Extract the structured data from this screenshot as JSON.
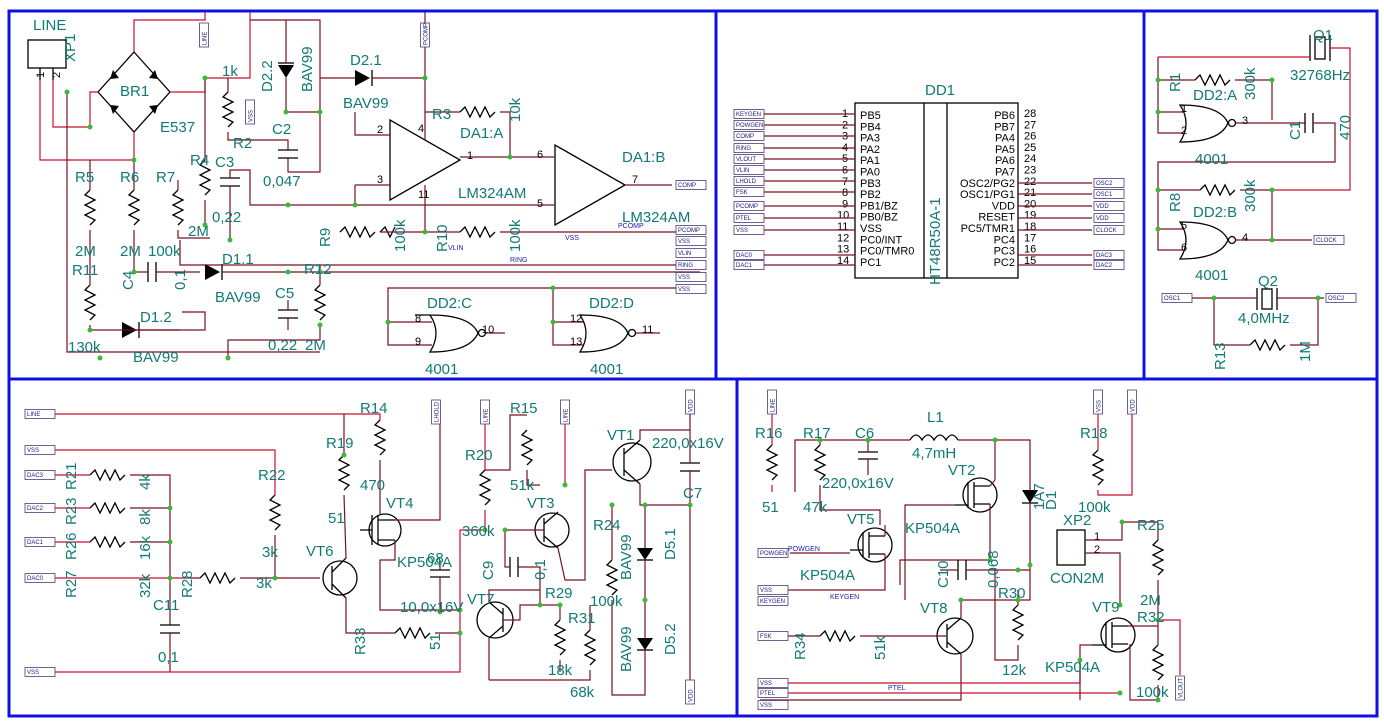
{
  "diagram": {
    "labels": [
      {
        "id": "line_box",
        "text": "LINE"
      },
      {
        "id": "xp1",
        "text": "XP1"
      },
      {
        "id": "pin1",
        "text": "1"
      },
      {
        "id": "pin2",
        "text": "2"
      },
      {
        "id": "br1",
        "text": "BR1"
      },
      {
        "id": "e537",
        "text": "E537"
      },
      {
        "id": "r5",
        "text": "R5"
      },
      {
        "id": "r6",
        "text": "R6"
      },
      {
        "id": "r7",
        "text": "R7"
      },
      {
        "id": "r4",
        "text": "R4"
      },
      {
        "id": "c3",
        "text": "C3"
      },
      {
        "id": "r2",
        "text": "R2"
      },
      {
        "id": "k1",
        "text": "1k"
      },
      {
        "id": "d22",
        "text": "D2.2"
      },
      {
        "id": "bav99a",
        "text": "BAV99"
      },
      {
        "id": "d21",
        "text": "D2.1"
      },
      {
        "id": "bav99b",
        "text": "BAV99"
      },
      {
        "id": "c2",
        "text": "C2"
      },
      {
        "id": "c2v",
        "text": "0,047"
      },
      {
        "id": "r3",
        "text": "R3"
      },
      {
        "id": "r3v",
        "text": "10k"
      },
      {
        "id": "da1a",
        "text": "DA1:A"
      },
      {
        "id": "da1b",
        "text": "DA1:B"
      },
      {
        "id": "lm324a",
        "text": "LM324AM"
      },
      {
        "id": "lm324b",
        "text": "LM324AM"
      },
      {
        "id": "c3v",
        "text": "0,22"
      },
      {
        "id": "r4v",
        "text": "2M"
      },
      {
        "id": "r7v",
        "text": "100k"
      },
      {
        "id": "r5v",
        "text": "2M"
      },
      {
        "id": "r6v",
        "text": "2M"
      },
      {
        "id": "r9",
        "text": "R9"
      },
      {
        "id": "r9v",
        "text": "100k"
      },
      {
        "id": "r10",
        "text": "R10"
      },
      {
        "id": "r10v",
        "text": "100k"
      },
      {
        "id": "vlin",
        "text": "VLIN"
      },
      {
        "id": "vss",
        "text": "VSS"
      },
      {
        "id": "ring",
        "text": "RING"
      },
      {
        "id": "pcomp",
        "text": "PCOMP"
      },
      {
        "id": "r11",
        "text": "R11"
      },
      {
        "id": "c4",
        "text": "C4"
      },
      {
        "id": "c4v",
        "text": "0,1"
      },
      {
        "id": "d11",
        "text": "D1.1"
      },
      {
        "id": "bav99c",
        "text": "BAV99"
      },
      {
        "id": "r12",
        "text": "R12"
      },
      {
        "id": "c5",
        "text": "C5"
      },
      {
        "id": "c5v",
        "text": "0,22"
      },
      {
        "id": "r12v",
        "text": "2M"
      },
      {
        "id": "d12",
        "text": "D1.2"
      },
      {
        "id": "bav99d",
        "text": "BAV99"
      },
      {
        "id": "r11v",
        "text": "130k"
      },
      {
        "id": "dd2c",
        "text": "DD2:C"
      },
      {
        "id": "dd2d",
        "text": "DD2:D"
      },
      {
        "id": "n4001a",
        "text": "4001"
      },
      {
        "id": "n4001b",
        "text": "4001"
      },
      {
        "id": "dd1",
        "text": "DD1"
      },
      {
        "id": "ht",
        "text": "HT48R50A-1"
      },
      {
        "id": "q1",
        "text": "Q1"
      },
      {
        "id": "q1v",
        "text": "32768Hz"
      },
      {
        "id": "r1",
        "text": "R1"
      },
      {
        "id": "r1v",
        "text": "300k"
      },
      {
        "id": "dd2a",
        "text": "DD2:A"
      },
      {
        "id": "c1",
        "text": "C1"
      },
      {
        "id": "c1v",
        "text": "470"
      },
      {
        "id": "n4001c",
        "text": "4001"
      },
      {
        "id": "r8",
        "text": "R8"
      },
      {
        "id": "r8v",
        "text": "300k"
      },
      {
        "id": "dd2b",
        "text": "DD2:B"
      },
      {
        "id": "n4001d",
        "text": "4001"
      },
      {
        "id": "q2",
        "text": "Q2"
      },
      {
        "id": "q2v",
        "text": "4,0MHz"
      },
      {
        "id": "r13",
        "text": "R13"
      },
      {
        "id": "r13v",
        "text": "1M"
      },
      {
        "id": "r14",
        "text": "R14"
      },
      {
        "id": "r14v",
        "text": "470"
      },
      {
        "id": "r19",
        "text": "R19"
      },
      {
        "id": "r19v",
        "text": "51"
      },
      {
        "id": "vt4",
        "text": "VT4"
      },
      {
        "id": "kp504a1",
        "text": "KP504A"
      },
      {
        "id": "r22",
        "text": "R22"
      },
      {
        "id": "r22v",
        "text": "3k"
      },
      {
        "id": "r21",
        "text": "R21"
      },
      {
        "id": "r21v",
        "text": "4k"
      },
      {
        "id": "r23",
        "text": "R23"
      },
      {
        "id": "r23v",
        "text": "8k"
      },
      {
        "id": "r26",
        "text": "R26"
      },
      {
        "id": "r26v",
        "text": "16k"
      },
      {
        "id": "r27",
        "text": "R27"
      },
      {
        "id": "r27v",
        "text": "32k"
      },
      {
        "id": "r28",
        "text": "R28"
      },
      {
        "id": "r28v",
        "text": "3k"
      },
      {
        "id": "c11",
        "text": "C11"
      },
      {
        "id": "c11v",
        "text": "0,1"
      },
      {
        "id": "vt6",
        "text": "VT6"
      },
      {
        "id": "r33",
        "text": "R33"
      },
      {
        "id": "r33v",
        "text": "51"
      },
      {
        "id": "v68",
        "text": "68"
      },
      {
        "id": "c8v",
        "text": "10,0x16V"
      },
      {
        "id": "r20",
        "text": "R20"
      },
      {
        "id": "r20v",
        "text": "360k"
      },
      {
        "id": "r15",
        "text": "R15"
      },
      {
        "id": "r15v",
        "text": "51k"
      },
      {
        "id": "vt3",
        "text": "VT3"
      },
      {
        "id": "vt1",
        "text": "VT1"
      },
      {
        "id": "c7v",
        "text": "220,0x16V"
      },
      {
        "id": "c7",
        "text": "C7"
      },
      {
        "id": "r24",
        "text": "R24"
      },
      {
        "id": "r24v",
        "text": "100k"
      },
      {
        "id": "bav99e",
        "text": "BAV99"
      },
      {
        "id": "d51",
        "text": "D5.1"
      },
      {
        "id": "bav99f",
        "text": "BAV99"
      },
      {
        "id": "d52",
        "text": "D5.2"
      },
      {
        "id": "c9",
        "text": "C9"
      },
      {
        "id": "c9v",
        "text": "0,1"
      },
      {
        "id": "vt7",
        "text": "VT7"
      },
      {
        "id": "r29",
        "text": "R29"
      },
      {
        "id": "r31",
        "text": "R31"
      },
      {
        "id": "r29v",
        "text": "18k"
      },
      {
        "id": "r31v",
        "text": "68k"
      },
      {
        "id": "r16",
        "text": "R16"
      },
      {
        "id": "r16v",
        "text": "51"
      },
      {
        "id": "r17",
        "text": "R17"
      },
      {
        "id": "r17v",
        "text": "47k"
      },
      {
        "id": "c6",
        "text": "C6"
      },
      {
        "id": "c6v",
        "text": "220,0x16V"
      },
      {
        "id": "l1",
        "text": "L1"
      },
      {
        "id": "l1v",
        "text": "4,7mH"
      },
      {
        "id": "vt2",
        "text": "VT2"
      },
      {
        "id": "kp504a2",
        "text": "KP504A"
      },
      {
        "id": "vt5",
        "text": "VT5"
      },
      {
        "id": "kp504a3",
        "text": "KP504A"
      },
      {
        "id": "d1",
        "text": "D1"
      },
      {
        "id": "d1v",
        "text": "1A7"
      },
      {
        "id": "r18",
        "text": "R18"
      },
      {
        "id": "r18v",
        "text": "100k"
      },
      {
        "id": "c10",
        "text": "C10"
      },
      {
        "id": "c10v",
        "text": "0,068"
      },
      {
        "id": "r30",
        "text": "R30"
      },
      {
        "id": "r30v",
        "text": "12k"
      },
      {
        "id": "vt8",
        "text": "VT8"
      },
      {
        "id": "r34",
        "text": "R34"
      },
      {
        "id": "r34v",
        "text": "51k"
      },
      {
        "id": "xp2",
        "text": "XP2"
      },
      {
        "id": "con2m",
        "text": "CON2M"
      },
      {
        "id": "r25",
        "text": "R25"
      },
      {
        "id": "r25v",
        "text": "2M"
      },
      {
        "id": "vt9",
        "text": "VT9"
      },
      {
        "id": "r32",
        "text": "R32"
      },
      {
        "id": "r32v",
        "text": "100k"
      },
      {
        "id": "kp504a4",
        "text": "KP504A"
      },
      {
        "id": "powgen",
        "text": "POWGEN"
      },
      {
        "id": "keygen",
        "text": "KEYGEN"
      },
      {
        "id": "ptel",
        "text": "PTEL"
      }
    ],
    "pins": [
      {
        "id": "p_op2",
        "text": "2"
      },
      {
        "id": "p_op3",
        "text": "3"
      },
      {
        "id": "p_op4",
        "text": "4"
      },
      {
        "id": "p_op1",
        "text": "1"
      },
      {
        "id": "p_op11",
        "text": "11"
      },
      {
        "id": "p_op6",
        "text": "6"
      },
      {
        "id": "p_op5",
        "text": "5"
      },
      {
        "id": "p_op7",
        "text": "7"
      },
      {
        "id": "p_c8",
        "text": "8"
      },
      {
        "id": "p_c9",
        "text": "9"
      },
      {
        "id": "p_c10",
        "text": "10"
      },
      {
        "id": "p_d12",
        "text": "12"
      },
      {
        "id": "p_d13",
        "text": "13"
      },
      {
        "id": "p_d11",
        "text": "11"
      },
      {
        "id": "p_a1",
        "text": "1"
      },
      {
        "id": "p_a2",
        "text": "2"
      },
      {
        "id": "p_a3",
        "text": "3"
      },
      {
        "id": "p_b5",
        "text": "5"
      },
      {
        "id": "p_b6",
        "text": "6"
      },
      {
        "id": "p_b4",
        "text": "4"
      },
      {
        "id": "p_xp1",
        "text": "1"
      },
      {
        "id": "p_xp2",
        "text": "2"
      }
    ],
    "mcu_left": [
      {
        "num": "1",
        "name": "PB5"
      },
      {
        "num": "2",
        "name": "PB4"
      },
      {
        "num": "3",
        "name": "PA3"
      },
      {
        "num": "4",
        "name": "PA2"
      },
      {
        "num": "5",
        "name": "PA1"
      },
      {
        "num": "6",
        "name": "PA0"
      },
      {
        "num": "7",
        "name": "PB3"
      },
      {
        "num": "8",
        "name": "PB2"
      },
      {
        "num": "9",
        "name": "PB1/BZ"
      },
      {
        "num": "10",
        "name": "PB0/BZ"
      },
      {
        "num": "11",
        "name": "VSS"
      },
      {
        "num": "12",
        "name": "PC0/INT"
      },
      {
        "num": "13",
        "name": "PC0/TMR0"
      },
      {
        "num": "14",
        "name": "PC1"
      }
    ],
    "mcu_right": [
      {
        "num": "28",
        "name": "PB6"
      },
      {
        "num": "27",
        "name": "PB7"
      },
      {
        "num": "26",
        "name": "PA4"
      },
      {
        "num": "25",
        "name": "PA5"
      },
      {
        "num": "24",
        "name": "PA6"
      },
      {
        "num": "23",
        "name": "PA7"
      },
      {
        "num": "22",
        "name": "OSC2/PG2"
      },
      {
        "num": "21",
        "name": "OSC1/PG1"
      },
      {
        "num": "20",
        "name": "VDD"
      },
      {
        "num": "19",
        "name": "RESET"
      },
      {
        "num": "18",
        "name": "PC5/TMR1"
      },
      {
        "num": "17",
        "name": "PC4"
      },
      {
        "num": "16",
        "name": "PC3"
      },
      {
        "num": "15",
        "name": "PC2"
      }
    ],
    "tags": [
      {
        "id": "t_line1",
        "text": "LINE"
      },
      {
        "id": "t_vss1",
        "text": "VSS"
      },
      {
        "id": "t_pcomp1",
        "text": "PCOMP"
      },
      {
        "id": "t_keygen",
        "text": "KEYGEN"
      },
      {
        "id": "t_powgen",
        "text": "POWGEN"
      },
      {
        "id": "t_comp",
        "text": "COMP"
      },
      {
        "id": "t_ring",
        "text": "RING"
      },
      {
        "id": "t_vlout",
        "text": "VLOUT"
      },
      {
        "id": "t_vlin",
        "text": "VLIN"
      },
      {
        "id": "t_lhold",
        "text": "LHOLD"
      },
      {
        "id": "t_fsk",
        "text": "FSK"
      },
      {
        "id": "t_pcomp2",
        "text": "PCOMP"
      },
      {
        "id": "t_ptel",
        "text": "PTEL"
      },
      {
        "id": "t_vss2",
        "text": "VSS"
      },
      {
        "id": "t_dac0",
        "text": "DAC0"
      },
      {
        "id": "t_dac1",
        "text": "DAC1"
      },
      {
        "id": "t_osc2",
        "text": "OSC2"
      },
      {
        "id": "t_osc1",
        "text": "OSC1"
      },
      {
        "id": "t_vdd1",
        "text": "VDD"
      },
      {
        "id": "t_vdd2",
        "text": "VDD"
      },
      {
        "id": "t_clock1",
        "text": "CLOCK"
      },
      {
        "id": "t_dac3",
        "text": "DAC3"
      },
      {
        "id": "t_dac2",
        "text": "DAC2"
      },
      {
        "id": "t_comp2",
        "text": "COMP"
      },
      {
        "id": "t_pcomp3",
        "text": "PCOMP"
      },
      {
        "id": "t_vss3",
        "text": "VSS"
      },
      {
        "id": "t_vlin2",
        "text": "VLIN"
      },
      {
        "id": "t_ring2",
        "text": "RING"
      },
      {
        "id": "t_vss4",
        "text": "VSS"
      },
      {
        "id": "t_vss5",
        "text": "VSS"
      },
      {
        "id": "t_clock2",
        "text": "CLOCK"
      },
      {
        "id": "t_osc1b",
        "text": "OSC1"
      },
      {
        "id": "t_osc2b",
        "text": "OSC2"
      },
      {
        "id": "t_line2",
        "text": "LINE"
      },
      {
        "id": "t_vss6",
        "text": "VSS"
      },
      {
        "id": "t_dac3b",
        "text": "DAC3"
      },
      {
        "id": "t_dac2b",
        "text": "DAC2"
      },
      {
        "id": "t_dac1b",
        "text": "DAC1"
      },
      {
        "id": "t_dac0b",
        "text": "DAC0"
      },
      {
        "id": "t_vss7",
        "text": "VSS"
      },
      {
        "id": "t_lhold2",
        "text": "LHOLD"
      },
      {
        "id": "t_line3",
        "text": "LINE"
      },
      {
        "id": "t_line4",
        "text": "LINE"
      },
      {
        "id": "t_vdd3",
        "text": "VDD"
      },
      {
        "id": "t_vdd4",
        "text": "VDD"
      },
      {
        "id": "t_line5",
        "text": "LINE"
      },
      {
        "id": "t_vss8",
        "text": "VSS"
      },
      {
        "id": "t_vdd5",
        "text": "VDD"
      },
      {
        "id": "t_powgen2",
        "text": "POWGEN"
      },
      {
        "id": "t_vss9",
        "text": "VSS"
      },
      {
        "id": "t_keygen2",
        "text": "KEYGEN"
      },
      {
        "id": "t_fsk2",
        "text": "FSK"
      },
      {
        "id": "t_vss10",
        "text": "VSS"
      },
      {
        "id": "t_ptel2",
        "text": "PTEL"
      },
      {
        "id": "t_vss11",
        "text": "VSS"
      },
      {
        "id": "t_vlout2",
        "text": "VLOUT"
      }
    ]
  }
}
